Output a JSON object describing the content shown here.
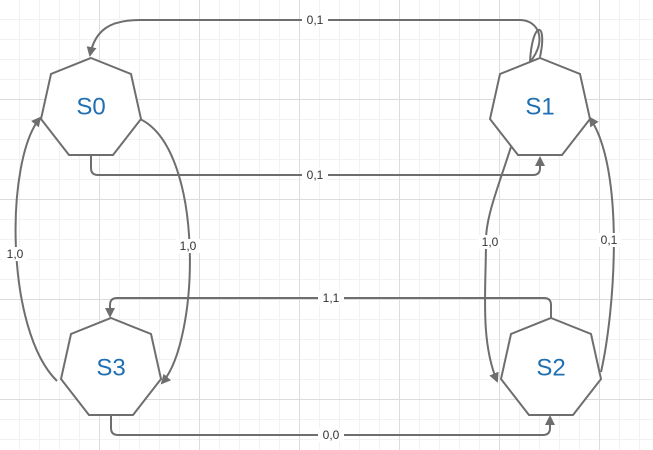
{
  "diagram": {
    "states": [
      {
        "id": "S0",
        "label": "S0"
      },
      {
        "id": "S1",
        "label": "S1"
      },
      {
        "id": "S2",
        "label": "S2"
      },
      {
        "id": "S3",
        "label": "S3"
      }
    ],
    "transitions": [
      {
        "from": "S1",
        "to": "S0",
        "label": "0,1"
      },
      {
        "from": "S0",
        "to": "S1",
        "label": "0,1"
      },
      {
        "from": "S3",
        "to": "S0",
        "label": "1,0"
      },
      {
        "from": "S0",
        "to": "S3",
        "label": "1,0"
      },
      {
        "from": "S1",
        "to": "S2",
        "label": "1,0"
      },
      {
        "from": "S2",
        "to": "S1",
        "label": "0,1"
      },
      {
        "from": "S2",
        "to": "S3",
        "label": "1,1"
      },
      {
        "from": "S3",
        "to": "S2",
        "label": "0,0"
      }
    ],
    "colors": {
      "state_text": "#1f6fb2",
      "stroke": "#6e6e6e"
    }
  }
}
